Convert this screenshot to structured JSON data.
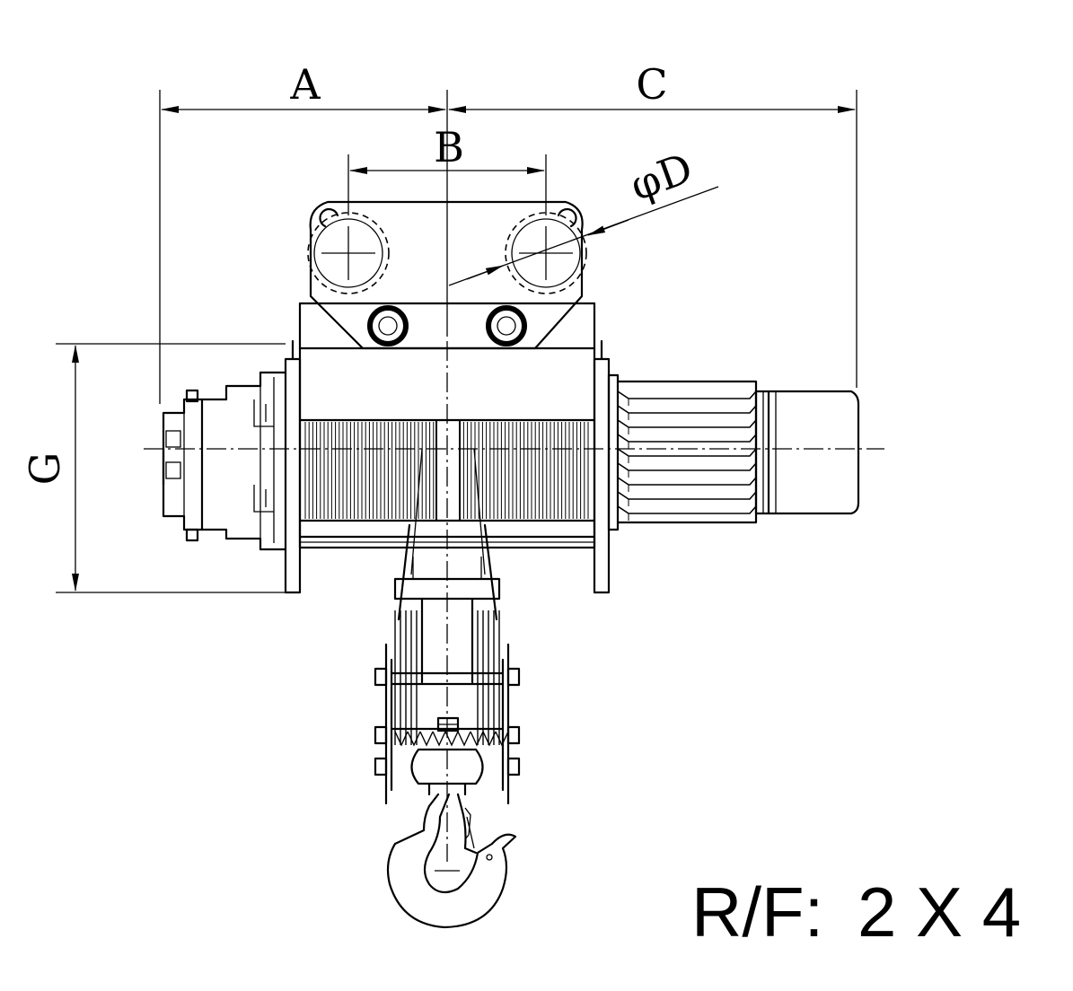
{
  "dimensions": {
    "a": "A",
    "b": "B",
    "c": "C",
    "d": "φD",
    "g": "G"
  },
  "reeving": {
    "label": "R/F:",
    "value": "2 X 4"
  }
}
